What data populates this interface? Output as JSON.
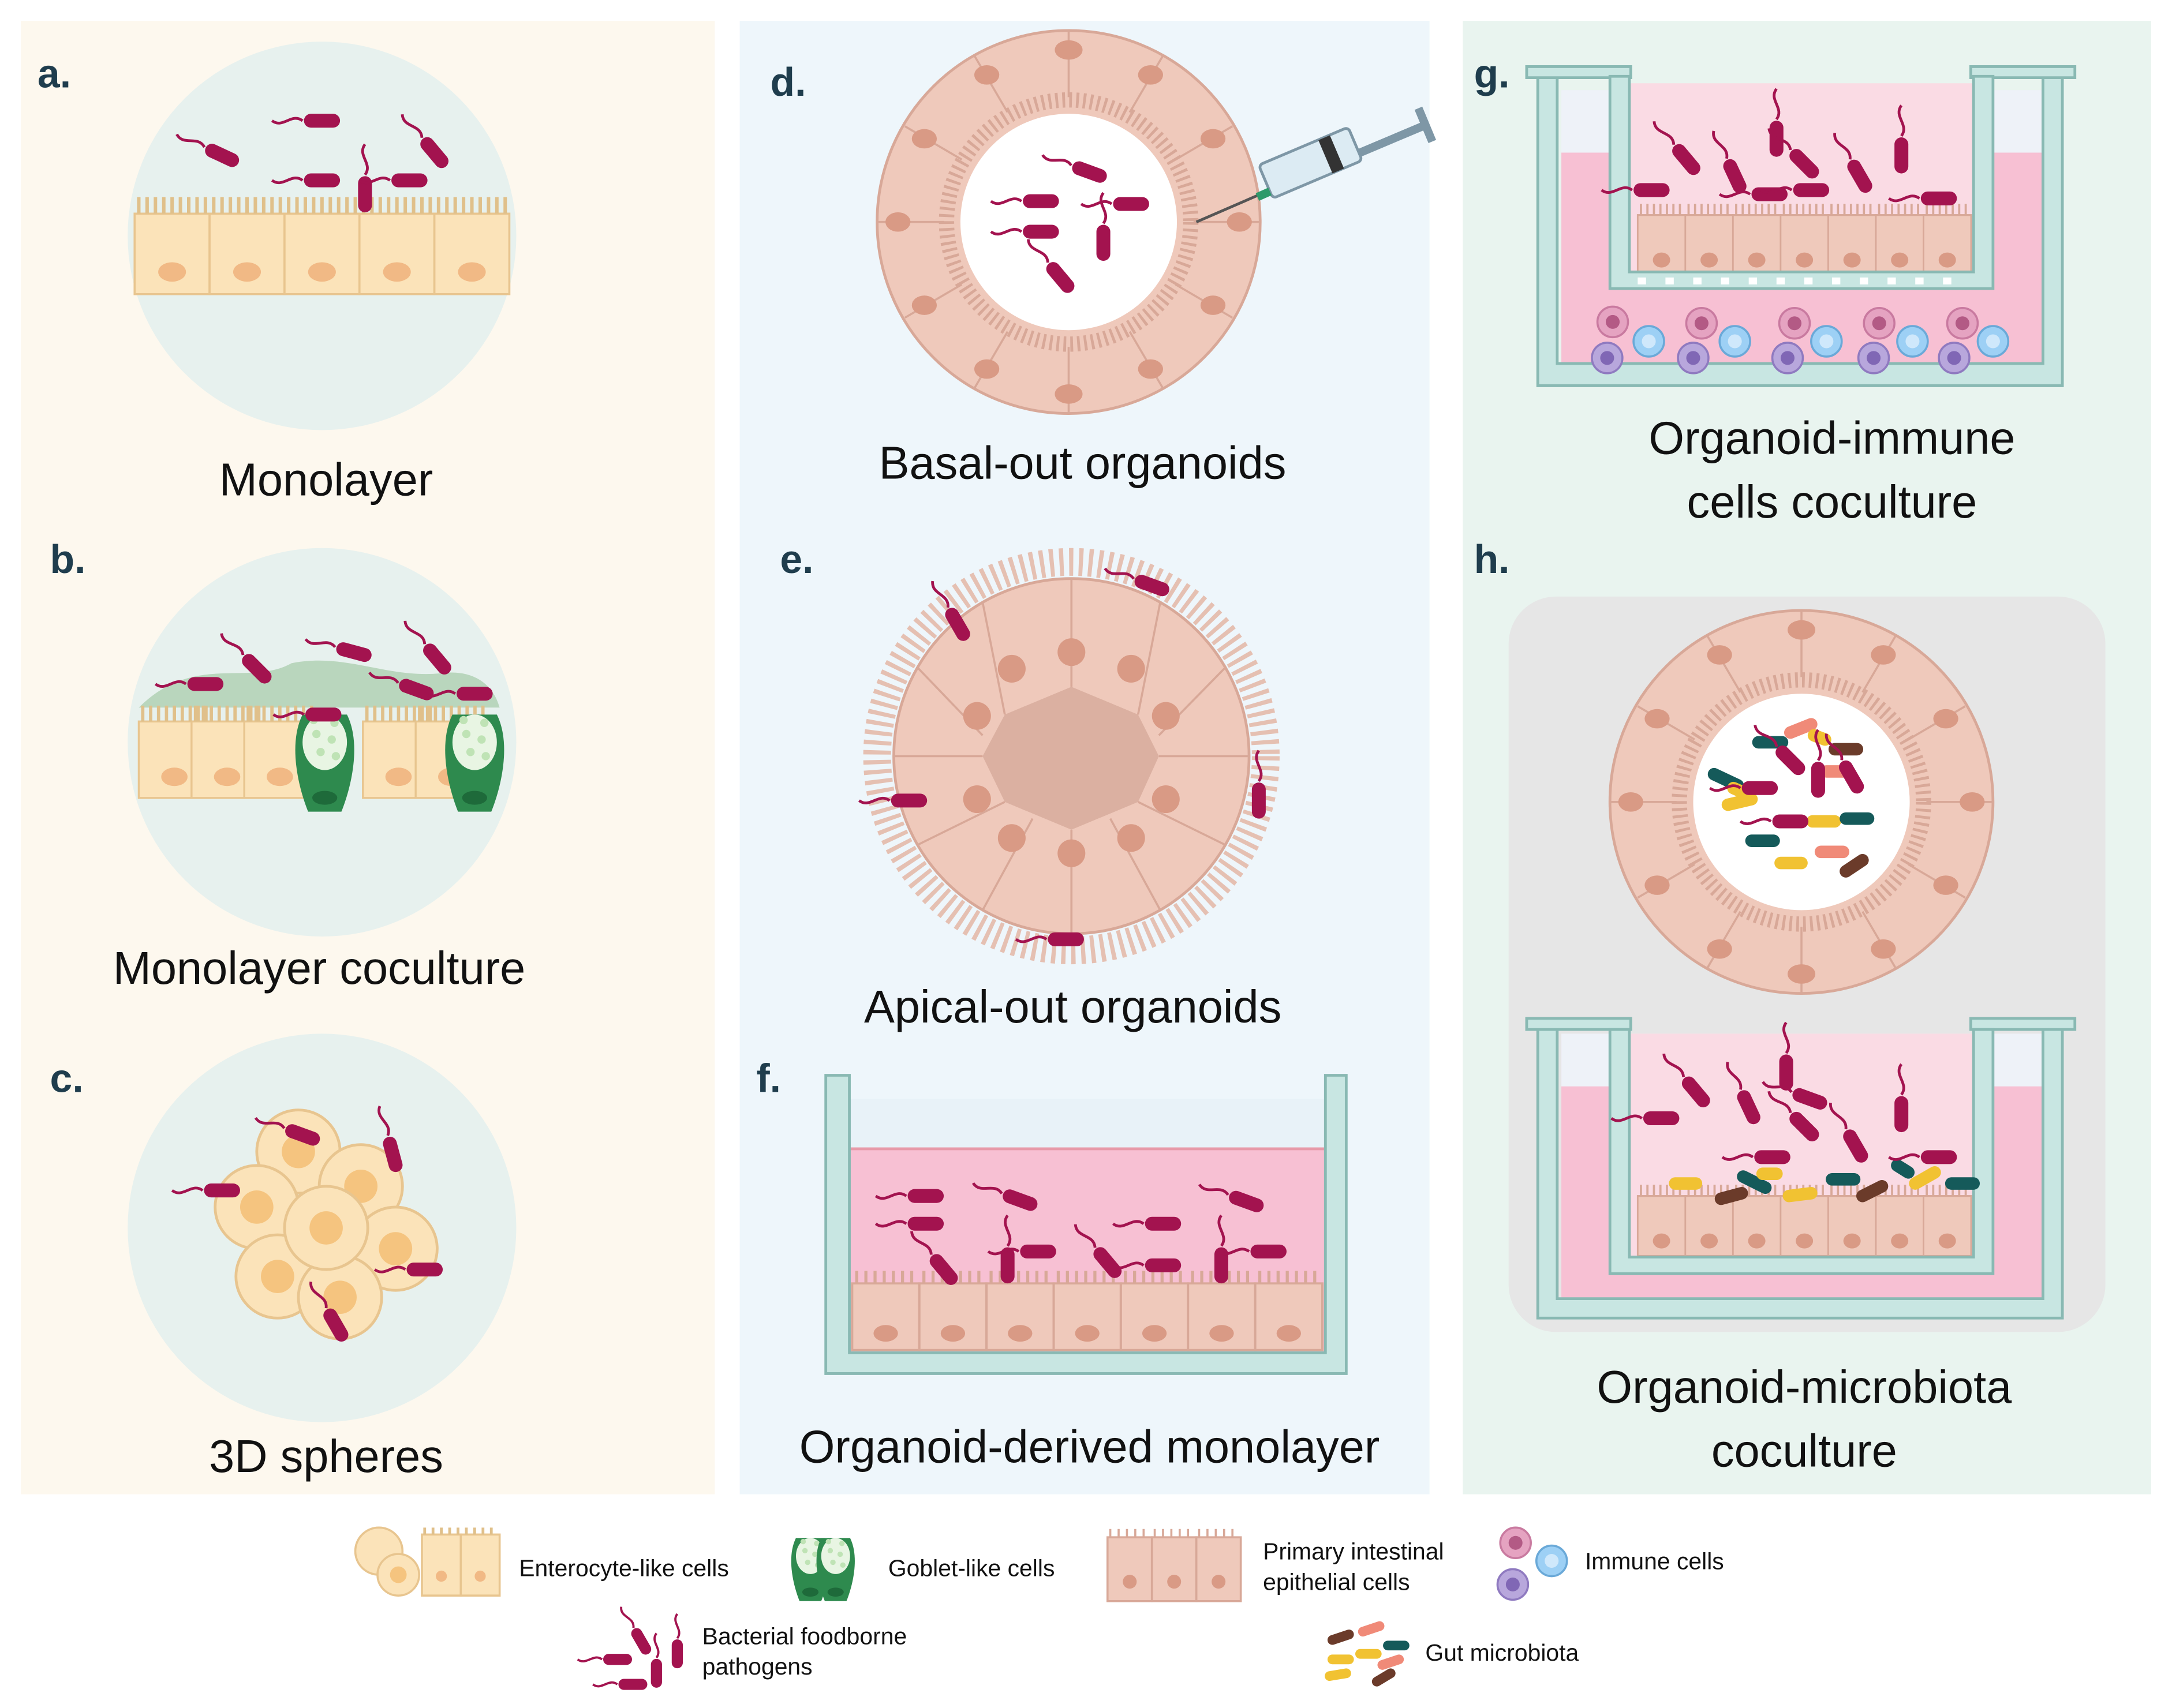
{
  "panels": {
    "a": {
      "letter": "a.",
      "caption": "Monolayer"
    },
    "b": {
      "letter": "b.",
      "caption": "Monolayer coculture"
    },
    "c": {
      "letter": "c.",
      "caption": "3D spheres"
    },
    "d": {
      "letter": "d.",
      "caption": "Basal-out organoids"
    },
    "e": {
      "letter": "e.",
      "caption": "Apical-out organoids"
    },
    "f": {
      "letter": "f.",
      "caption": "Organoid-derived monolayer"
    },
    "g": {
      "letter": "g.",
      "caption_line1": "Organoid-immune",
      "caption_line2": "cells coculture"
    },
    "h": {
      "letter": "h.",
      "caption_line1": "Organoid-microbiota",
      "caption_line2": "coculture"
    }
  },
  "legend": {
    "enterocyte": "Enterocyte-like cells",
    "goblet": "Goblet-like cells",
    "primary_line1": "Primary intestinal",
    "primary_line2": "epithelial cells",
    "immune": "Immune cells",
    "pathogens_line1": "Bacterial foodborne",
    "pathogens_line2": "pathogens",
    "microbiota": "Gut microbiota"
  },
  "colors": {
    "pathogen": "#a3134f",
    "enterocyte": "#fbe3b9",
    "goblet": "#2e8a4e",
    "primary": "#efc9bb",
    "medium": "#f7c0d3",
    "well": "#c8e6e2",
    "immune_blue": "#9dd0f5",
    "immune_purple": "#b8a7dc",
    "immune_pink": "#e5a3c1",
    "microbiota_yellow": "#f1c232",
    "microbiota_brown": "#6b3b2a",
    "microbiota_teal": "#155a5a",
    "microbiota_salmon": "#f08a78",
    "bg_left": "#fdf8ee",
    "bg_middle": "#eef6fb",
    "bg_right": "#e9f4ef"
  }
}
